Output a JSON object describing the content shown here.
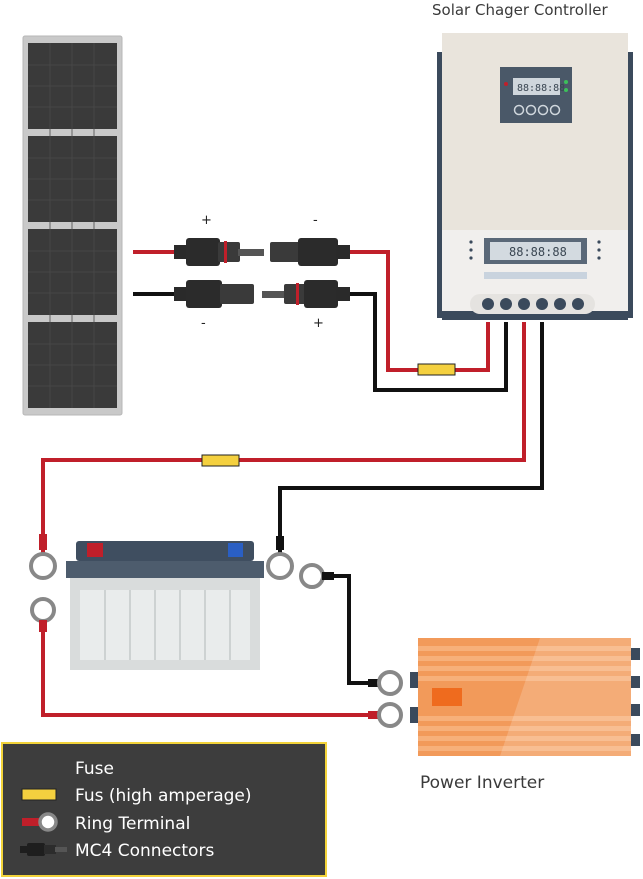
{
  "labels": {
    "controller_title": "Solar Chager Controller",
    "inverter_title": "Power Inverter"
  },
  "controller": {
    "top_display": "88:88:88",
    "mid_display": "88:88:88"
  },
  "mc4_signs": {
    "top_left": "+",
    "top_right": "-",
    "bottom_left": "-",
    "bottom_right": "+"
  },
  "legend": {
    "items": [
      {
        "label": "Fuse"
      },
      {
        "label": "Fus (high amperage)"
      },
      {
        "label": "Ring Terminal"
      },
      {
        "label": "MC4 Connectors"
      }
    ]
  },
  "colors": {
    "positive_wire": "#c01f2a",
    "negative_wire": "#111111",
    "fuse": "#f4d03f",
    "legend_bg": "#3d3d3d",
    "legend_border": "#f2d33a",
    "inverter": "#f29a5a"
  }
}
